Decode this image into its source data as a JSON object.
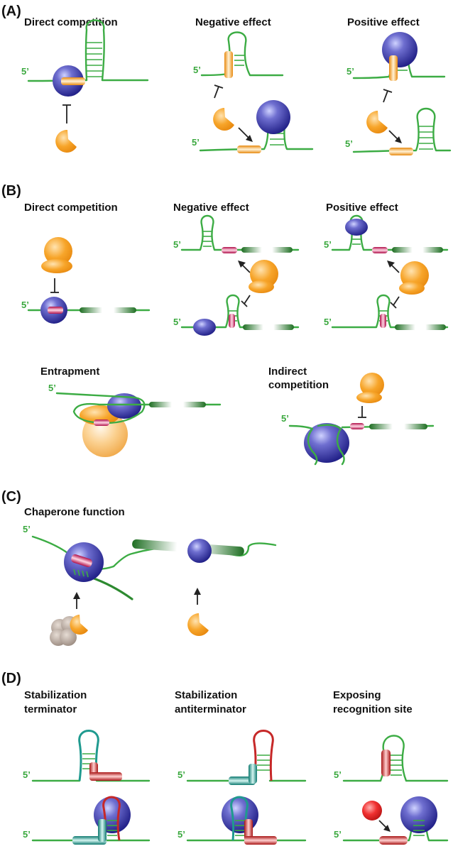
{
  "figure": {
    "panelA": {
      "label": "(A)",
      "titles": [
        "Direct competition",
        "Negative effect",
        "Positive effect"
      ]
    },
    "panelB": {
      "label": "(B)",
      "titles": [
        "Direct competition",
        "Negative effect",
        "Positive effect"
      ],
      "entrapment": "Entrapment",
      "indirect_line1": "Indirect",
      "indirect_line2": "competition"
    },
    "panelC": {
      "label": "(C)",
      "title": "Chaperone function"
    },
    "panelD": {
      "label": "(D)",
      "t1_line1": "Stabilization",
      "t1_line2": "terminator",
      "t2_line1": "Stabilization",
      "t2_line2": "antiterminator",
      "t3_line1": "Exposing",
      "t3_line2": "recognition site"
    },
    "five_prime": "5’"
  },
  "colors": {
    "rna": "#3cac44",
    "ribosome": "#3a3aa8",
    "hfq_protein": "#f5a623",
    "srna_site": "#e8a24a",
    "pink_site": "#d6336c",
    "teal": "#1f9a8f",
    "red": "#c62828"
  }
}
